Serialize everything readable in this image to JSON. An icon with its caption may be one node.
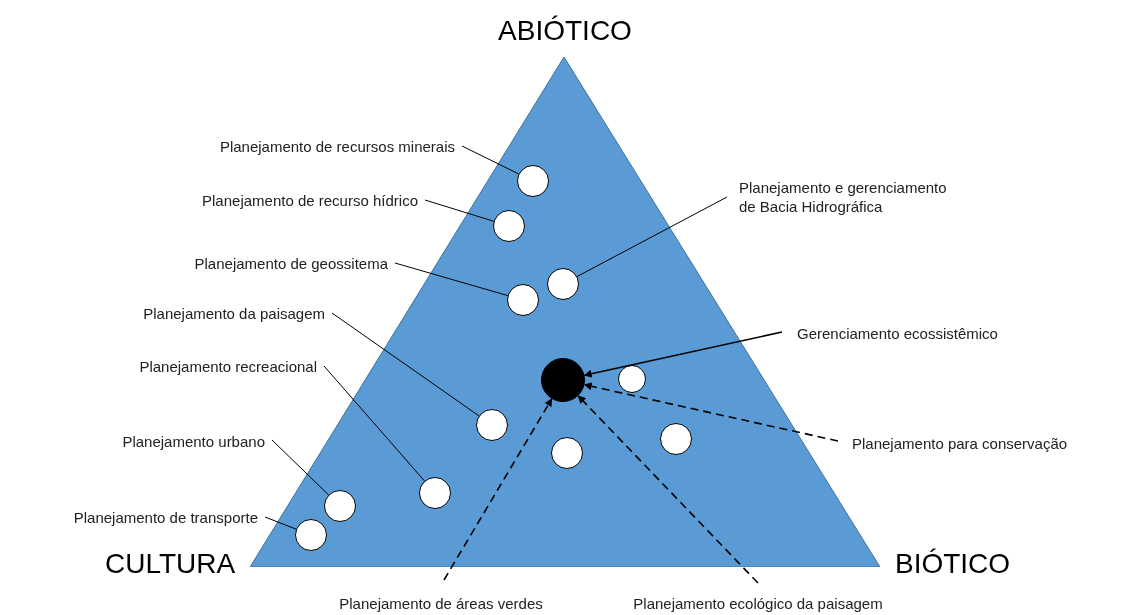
{
  "diagram": {
    "nodes": [
      {
        "text": [],
        "shape": "triangle"
      },
      {
        "text": [],
        "shape": "circle",
        "in": 0
      },
      {
        "text": [],
        "shape": "circle",
        "in": 0
      },
      {
        "text": [],
        "shape": "circle",
        "in": 0
      },
      {
        "text": [],
        "shape": "circle",
        "in": 0
      },
      {
        "text": [],
        "shape": "circle",
        "in": 0
      },
      {
        "text": [],
        "shape": "circle",
        "in": 0
      },
      {
        "text": [],
        "shape": "circle",
        "in": 0
      },
      {
        "text": [],
        "shape": "circle",
        "in": 0
      },
      {
        "text": [],
        "shape": "circle",
        "in": 0
      },
      {
        "text": [],
        "shape": "circle",
        "in": 0
      },
      {
        "text": [],
        "shape": "circle",
        "in": 0
      },
      {
        "text": [],
        "shape": "circle",
        "in": 0
      },
      {
        "text": [
          "Planejamento de recursos minerais"
        ]
      },
      {
        "text": [
          "Planejamento de recurso hídrico"
        ]
      },
      {
        "text": [
          "Planejamento de geossitema"
        ]
      },
      {
        "text": [
          "Planejamento e gerenciamento de Bacia Hidrográfica"
        ]
      },
      {
        "text": [
          "Planejamento da paisagem"
        ]
      },
      {
        "text": [
          "Gerenciamento ecossistêmico"
        ]
      },
      {
        "text": [
          "Planejamento recreacional"
        ]
      },
      {
        "text": [
          "Planejamento urbano"
        ]
      },
      {
        "text": [
          "Planejamento para conservação"
        ]
      },
      {
        "text": [
          "Planejamento de transporte"
        ]
      },
      {
        "text": [
          "Planejamento de áreas verdes"
        ]
      },
      {
        "text": [
          "Planejamento ecológico da paisagem"
        ]
      }
    ],
    "edges": [
      {
        "from": 13,
        "to": 1,
        "arrow": "none"
      },
      {
        "from": 14,
        "to": 2,
        "arrow": "none"
      },
      {
        "from": 15,
        "to": 4,
        "arrow": "none"
      },
      {
        "from": 16,
        "to": 3,
        "arrow": "none"
      },
      {
        "from": 17,
        "to": 7,
        "arrow": "none"
      },
      {
        "from": 18,
        "to": 5,
        "arrow": "to"
      },
      {
        "from": 19,
        "to": 10,
        "arrow": "none"
      },
      {
        "from": 20,
        "to": 11,
        "arrow": "none"
      },
      {
        "from": 21,
        "to": 5,
        "arrow": "to",
        "style": "dashed"
      },
      {
        "from": 22,
        "to": 12,
        "arrow": "none"
      },
      {
        "from": 23,
        "to": 5,
        "arrow": "to",
        "style": "dashed"
      },
      {
        "from": 24,
        "to": 5,
        "arrow": "to",
        "style": "dashed"
      }
    ],
    "labels": [
      "ABIÓTICO",
      "CULTURA",
      "BIÓTICO"
    ]
  }
}
